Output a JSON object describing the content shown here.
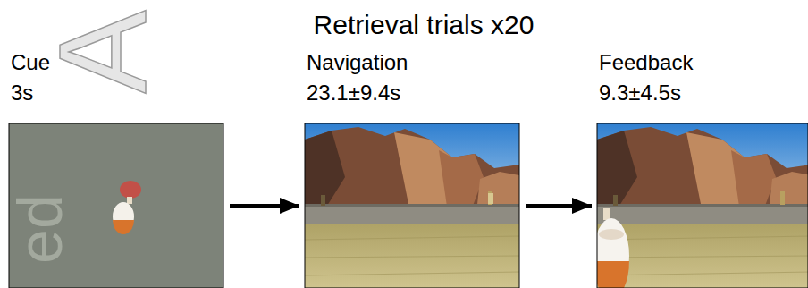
{
  "diagram": {
    "title": "Retrieval trials x20",
    "nodes": [
      {
        "text": [
          "Cue",
          "3s"
        ]
      },
      {
        "text": [
          "Navigation",
          "23.1±9.4s"
        ]
      },
      {
        "text": [
          "Feedback",
          "9.3±4.5s"
        ]
      }
    ],
    "edges": [
      {
        "from": 0,
        "to": 1,
        "arrow": "to"
      },
      {
        "from": 1,
        "to": 2,
        "arrow": "to"
      }
    ],
    "labels": [
      "A",
      "ed"
    ]
  }
}
